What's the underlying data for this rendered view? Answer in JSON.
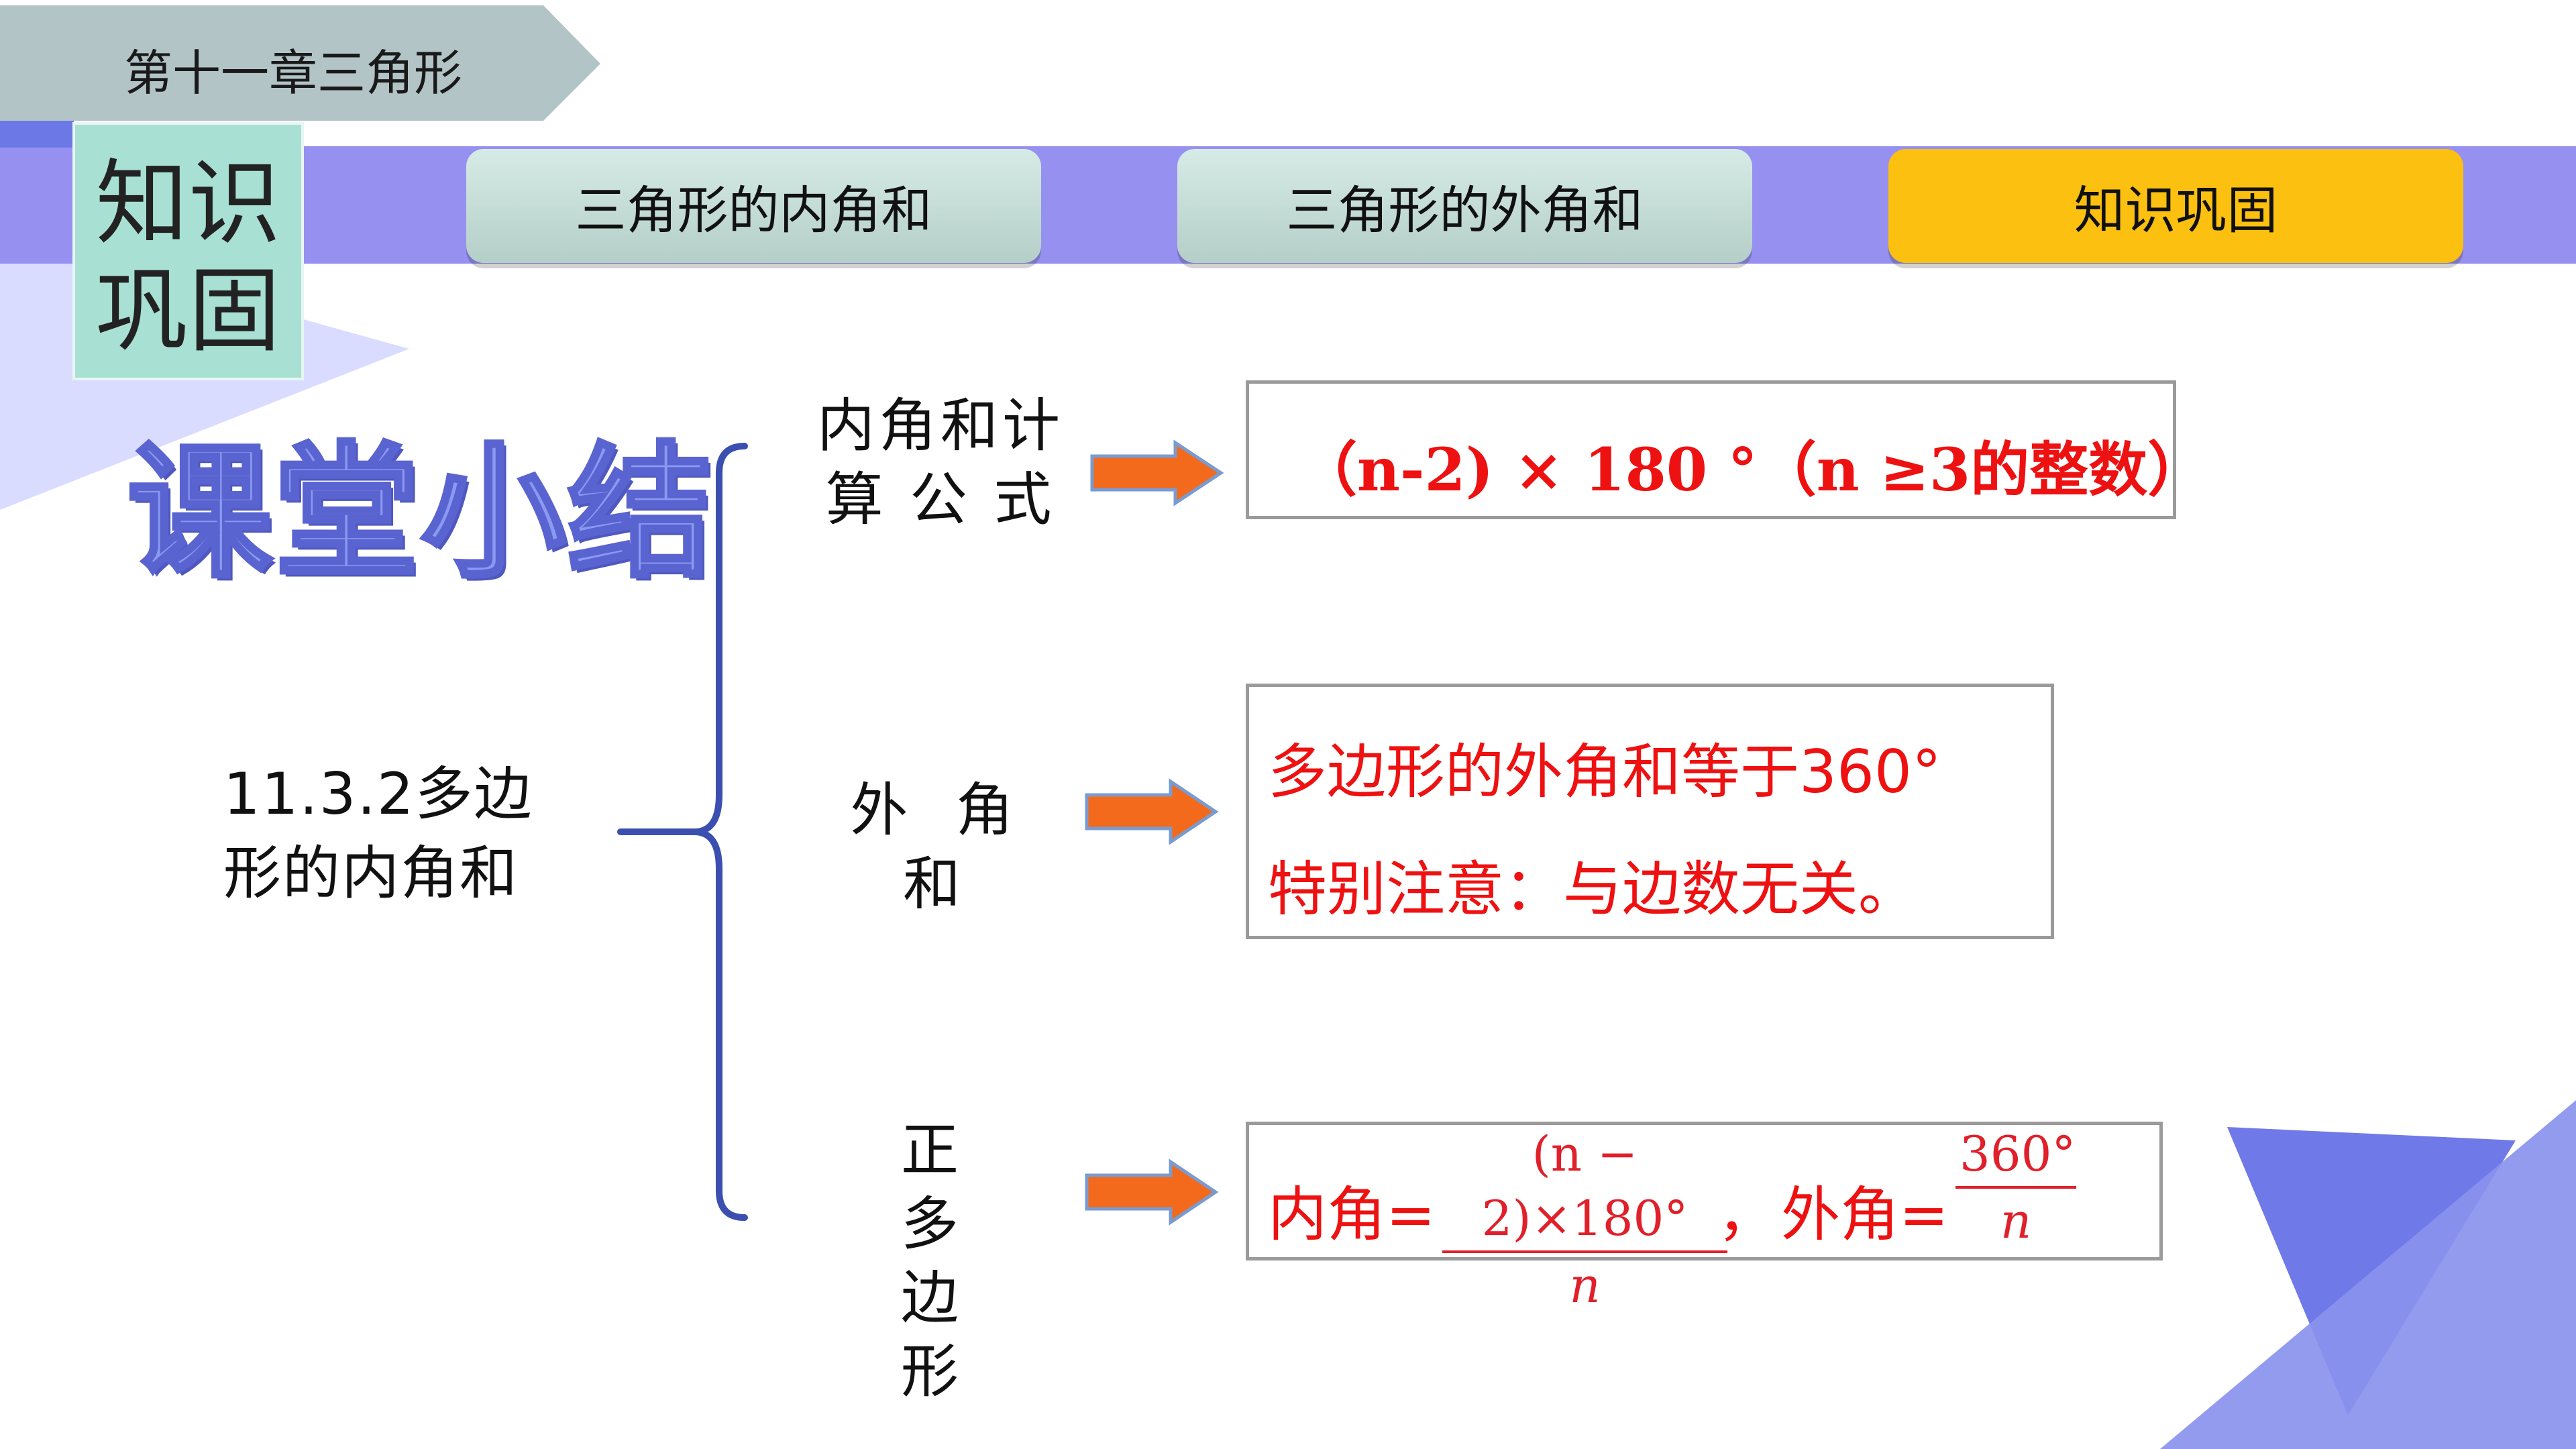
{
  "header": {
    "chapter": "第十一章三角形",
    "tabs": [
      {
        "label": "三角形的内角和",
        "active": false
      },
      {
        "label": "三角形的外角和",
        "active": false
      },
      {
        "label": "知识巩固",
        "active": true
      }
    ],
    "badge_line1": "知识",
    "badge_line2": "巩固"
  },
  "summary_title": "课堂小结",
  "topic": {
    "line1": "11.3.2多边",
    "line2": "形的内角和"
  },
  "branches": [
    {
      "label_line1": "内角和计",
      "label_line2": "算 公 式",
      "formula": "（n-2) × 180 °（n ≥3的整数）"
    },
    {
      "label": "外 角 和",
      "line1": "多边形的外角和等于360°",
      "line2": "特别注意：与边数无关。"
    },
    {
      "label_line1": "正 多",
      "label_line2": "边 形",
      "interior_label": "内角=",
      "interior_num": "(n − 2)×180°",
      "interior_den": "n",
      "separator": "，",
      "exterior_label": "外角=",
      "exterior_num": "360°",
      "exterior_den": "n"
    }
  ],
  "colors": {
    "accent_purple": "#9690f0",
    "active_tab": "#fbc010",
    "arrow": "#f36a1c",
    "formula_red": "#ee1111",
    "brace": "#3a4fb0"
  },
  "icons": [
    "right-arrow-icon",
    "right-arrow-icon",
    "right-arrow-icon",
    "curly-brace-icon"
  ]
}
